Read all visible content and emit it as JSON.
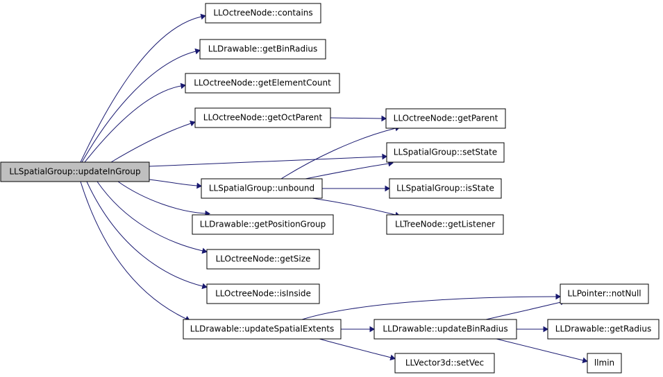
{
  "colors": {
    "edge": "#191970",
    "root_fill": "#bfbfbf",
    "node_fill": "#ffffff",
    "border": "#000000"
  },
  "nodes": {
    "root": "LLSpatialGroup::updateInGroup",
    "contains": "LLOctreeNode::contains",
    "getBinRadius": "LLDrawable::getBinRadius",
    "getElementCount": "LLOctreeNode::getElementCount",
    "getOctParent": "LLOctreeNode::getOctParent",
    "getParent": "LLOctreeNode::getParent",
    "setState": "LLSpatialGroup::setState",
    "unbound": "LLSpatialGroup::unbound",
    "isState": "LLSpatialGroup::isState",
    "getPositionGroup": "LLDrawable::getPositionGroup",
    "getListener": "LLTreeNode::getListener",
    "getSize": "LLOctreeNode::getSize",
    "isInside": "LLOctreeNode::isInside",
    "notNull": "LLPointer::notNull",
    "updateSpatialExtents": "LLDrawable::updateSpatialExtents",
    "updateBinRadius": "LLDrawable::updateBinRadius",
    "getRadius": "LLDrawable::getRadius",
    "setVec": "LLVector3d::setVec",
    "llmin": "llmin"
  },
  "edges": [
    [
      "root",
      "contains"
    ],
    [
      "root",
      "getBinRadius"
    ],
    [
      "root",
      "getElementCount"
    ],
    [
      "root",
      "getOctParent"
    ],
    [
      "root",
      "setState"
    ],
    [
      "root",
      "unbound"
    ],
    [
      "root",
      "getPositionGroup"
    ],
    [
      "root",
      "getSize"
    ],
    [
      "root",
      "isInside"
    ],
    [
      "root",
      "updateSpatialExtents"
    ],
    [
      "getOctParent",
      "getParent"
    ],
    [
      "unbound",
      "getParent"
    ],
    [
      "unbound",
      "setState"
    ],
    [
      "unbound",
      "isState"
    ],
    [
      "unbound",
      "getListener"
    ],
    [
      "updateSpatialExtents",
      "notNull"
    ],
    [
      "updateSpatialExtents",
      "updateBinRadius"
    ],
    [
      "updateSpatialExtents",
      "setVec"
    ],
    [
      "updateBinRadius",
      "notNull"
    ],
    [
      "updateBinRadius",
      "getRadius"
    ],
    [
      "updateBinRadius",
      "llmin"
    ]
  ]
}
